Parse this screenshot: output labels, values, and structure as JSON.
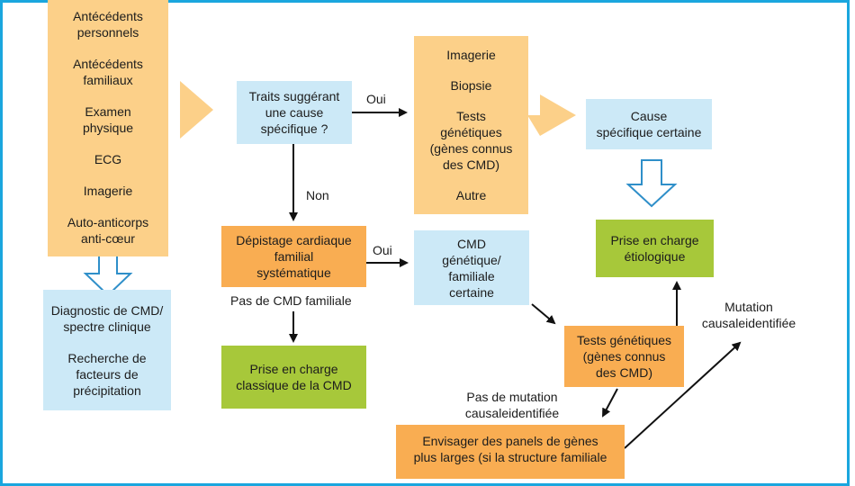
{
  "left_column": {
    "items": [
      "Antécédents personnels",
      "Antécédents familiaux",
      "Examen physique",
      "ECG",
      "Imagerie",
      "Auto-anticorps anti-cœur"
    ],
    "lines": [
      [
        "Antécédents",
        "personnels"
      ],
      [
        "Antécédents",
        "familiaux"
      ],
      [
        "Examen",
        "physique"
      ],
      [
        "ECG"
      ],
      [
        "Imagerie"
      ],
      [
        "Auto-anticorps",
        "anti-cœur"
      ]
    ]
  },
  "diagnostic_box": {
    "title_lines": [
      "Diagnostic de CMD/",
      "spectre clinique"
    ],
    "sub_lines": [
      "Recherche de",
      "facteurs de",
      "précipitation"
    ]
  },
  "traits_box": {
    "lines": [
      "Traits suggérant",
      "une cause",
      "spécifique ?"
    ]
  },
  "investigations": {
    "items": [
      "Imagerie",
      "Biopsie",
      "Tests génétiques (gènes connus des CMD)",
      "Autre"
    ],
    "genetic_lines": [
      "Tests",
      "génétiques",
      "(gènes connus",
      "des CMD)"
    ]
  },
  "cause_box": {
    "lines": [
      "Cause",
      "spécifique certaine"
    ]
  },
  "etiologic_box": {
    "lines": [
      "Prise en charge",
      "étiologique"
    ]
  },
  "screening_box": {
    "lines": [
      "Dépistage cardiaque",
      "familial",
      "systématique"
    ]
  },
  "familial_cmd_box": {
    "lines": [
      "CMD",
      "génétique/",
      "familiale",
      "certaine"
    ]
  },
  "classic_box": {
    "lines": [
      "Prise en charge",
      "classique de la CMD"
    ]
  },
  "genetic_tests_box": {
    "lines": [
      "Tests génétiques",
      "(gènes connus",
      "des CMD)"
    ]
  },
  "panels_box": {
    "lines": [
      "Envisager des panels de gènes",
      "plus larges (si la structure familiale"
    ]
  },
  "labels": {
    "oui_1": "Oui",
    "non": "Non",
    "oui_2": "Oui",
    "no_familial": "Pas de CMD familiale",
    "no_mutation_lines": [
      "Pas de mutation causale",
      "identifiée"
    ],
    "mutation_found_lines": [
      "Mutation causale",
      "identifiée"
    ]
  },
  "colors": {
    "frame": "#1aa6de",
    "light_orange": "#fcd089",
    "orange": "#f9ad52",
    "light_blue": "#cce9f7",
    "green": "#a7c83a",
    "hollow_arrow_stroke": "#2f8fc9"
  }
}
